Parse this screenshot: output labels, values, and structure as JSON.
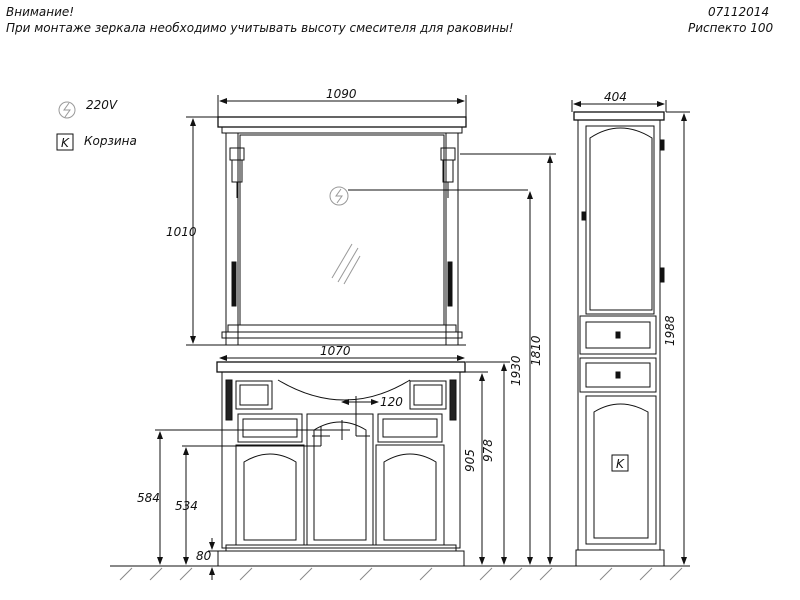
{
  "header": {
    "warning_title": "Внимание!",
    "warning_text": "При монтаже зеркала необходимо учитывать высоту смесителя для раковины!",
    "doc_code": "07112014",
    "series": "Риспекто  100"
  },
  "legend": [
    {
      "icon": "power-outlet-icon",
      "label": "220V"
    },
    {
      "icon": "basket-k-icon",
      "box_letter": "K",
      "label": "Корзина"
    }
  ],
  "dimensions": {
    "mirror_width": "1090",
    "mirror_height": "1010",
    "vanity_width": "1070",
    "cabinet_width": "404",
    "tap_offset": "120",
    "height_1810": "1810",
    "height_1930": "1930",
    "height_1988": "1988",
    "height_905": "905",
    "height_978": "978",
    "height_584": "584",
    "height_534": "534",
    "height_80": "80"
  },
  "cabinet": {
    "basket_letter": "K"
  }
}
